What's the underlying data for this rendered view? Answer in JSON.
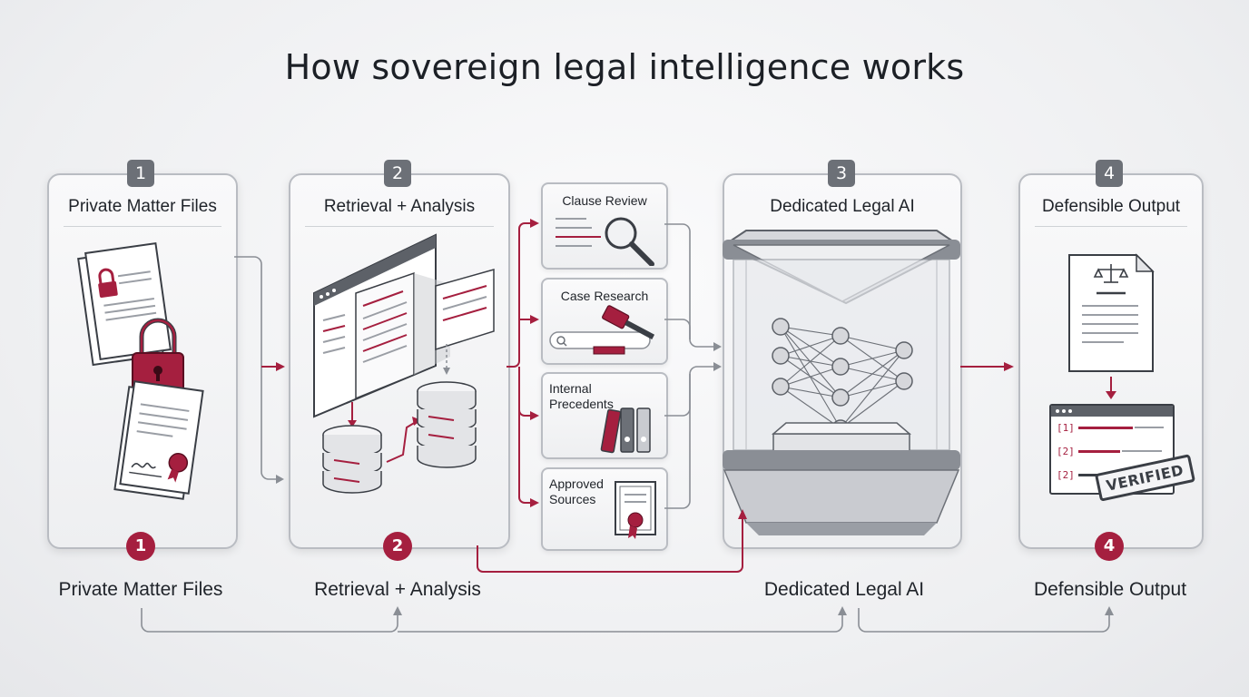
{
  "title": "How sovereign legal intelligence works",
  "stages": [
    {
      "number": "1",
      "title": "Private Matter Files",
      "bottom_label": "Private Matter Files"
    },
    {
      "number": "2",
      "title": "Retrieval + Analysis",
      "bottom_label": "Retrieval + Analysis"
    },
    {
      "number": "3",
      "title": "Dedicated Legal AI",
      "bottom_label": "Dedicated Legal AI"
    },
    {
      "number": "4",
      "title": "Defensible Output",
      "bottom_label": "Defensible Output"
    }
  ],
  "analysis_cards": [
    {
      "label": "Clause Review"
    },
    {
      "label": "Case Research"
    },
    {
      "label": "Internal Precedents"
    },
    {
      "label": "Approved Sources"
    }
  ],
  "output": {
    "citations": [
      "[1]",
      "[2]",
      "[2]"
    ],
    "stamp": "VERIFIED"
  },
  "colors": {
    "accent": "#a51f3f",
    "gray": "#8a8e95",
    "panel_border": "#b9bcc2"
  },
  "icons": [
    "lock-icon",
    "padlock-icon",
    "seal-icon",
    "magnifier-icon",
    "gavel-icon",
    "binders-icon",
    "certificate-icon",
    "scales-icon",
    "neural-network-icon",
    "server-icon"
  ]
}
